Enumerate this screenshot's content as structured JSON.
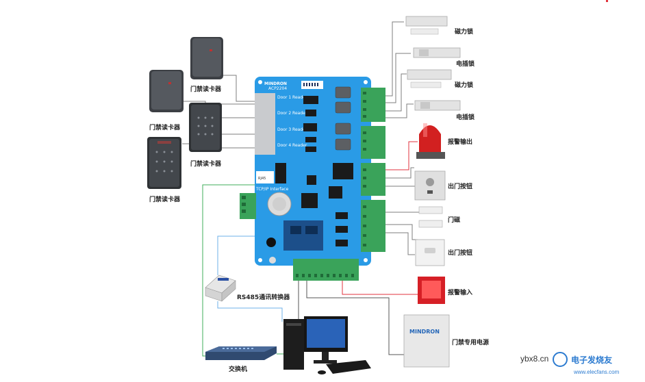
{
  "board": {
    "brand": "MINDRON",
    "model": "ACP2204",
    "doors": [
      "Door 1 Reader",
      "Door 2 Reader",
      "Door 3 Reader",
      "Door 4 Reader"
    ],
    "rj45": "RJ45",
    "tcpip": "TCP/IP Interface"
  },
  "readers": {
    "left_top": "门禁读卡器",
    "left_bottom": "门禁读卡器",
    "right_top": "门禁读卡器",
    "right_bottom": "门禁读卡器"
  },
  "outputs": {
    "lock1": "磁力锁",
    "lock2": "电插锁",
    "lock3": "磁力锁",
    "lock4": "电插锁",
    "alarm_out": "报警输出",
    "exit1": "出门按钮",
    "door_sensor": "门磁",
    "exit2": "出门按钮",
    "alarm_in": "报警输入",
    "power": "门禁专用电源"
  },
  "bottom": {
    "rs485": "RS485通讯转换器",
    "switch": "交换机"
  },
  "power_box": {
    "brand": "MINDRON"
  },
  "watermark": {
    "site": "ybx8.cn",
    "logo_text": "电子发烧友",
    "url": "www.elecfans.com"
  },
  "colors": {
    "board": "#2a9be6",
    "terminal": "#3aa35a",
    "wire_dark": "#6d6d6d",
    "wire_red": "#e0323c",
    "wire_green": "#3fae5a",
    "wire_blue": "#6cb0ea"
  }
}
